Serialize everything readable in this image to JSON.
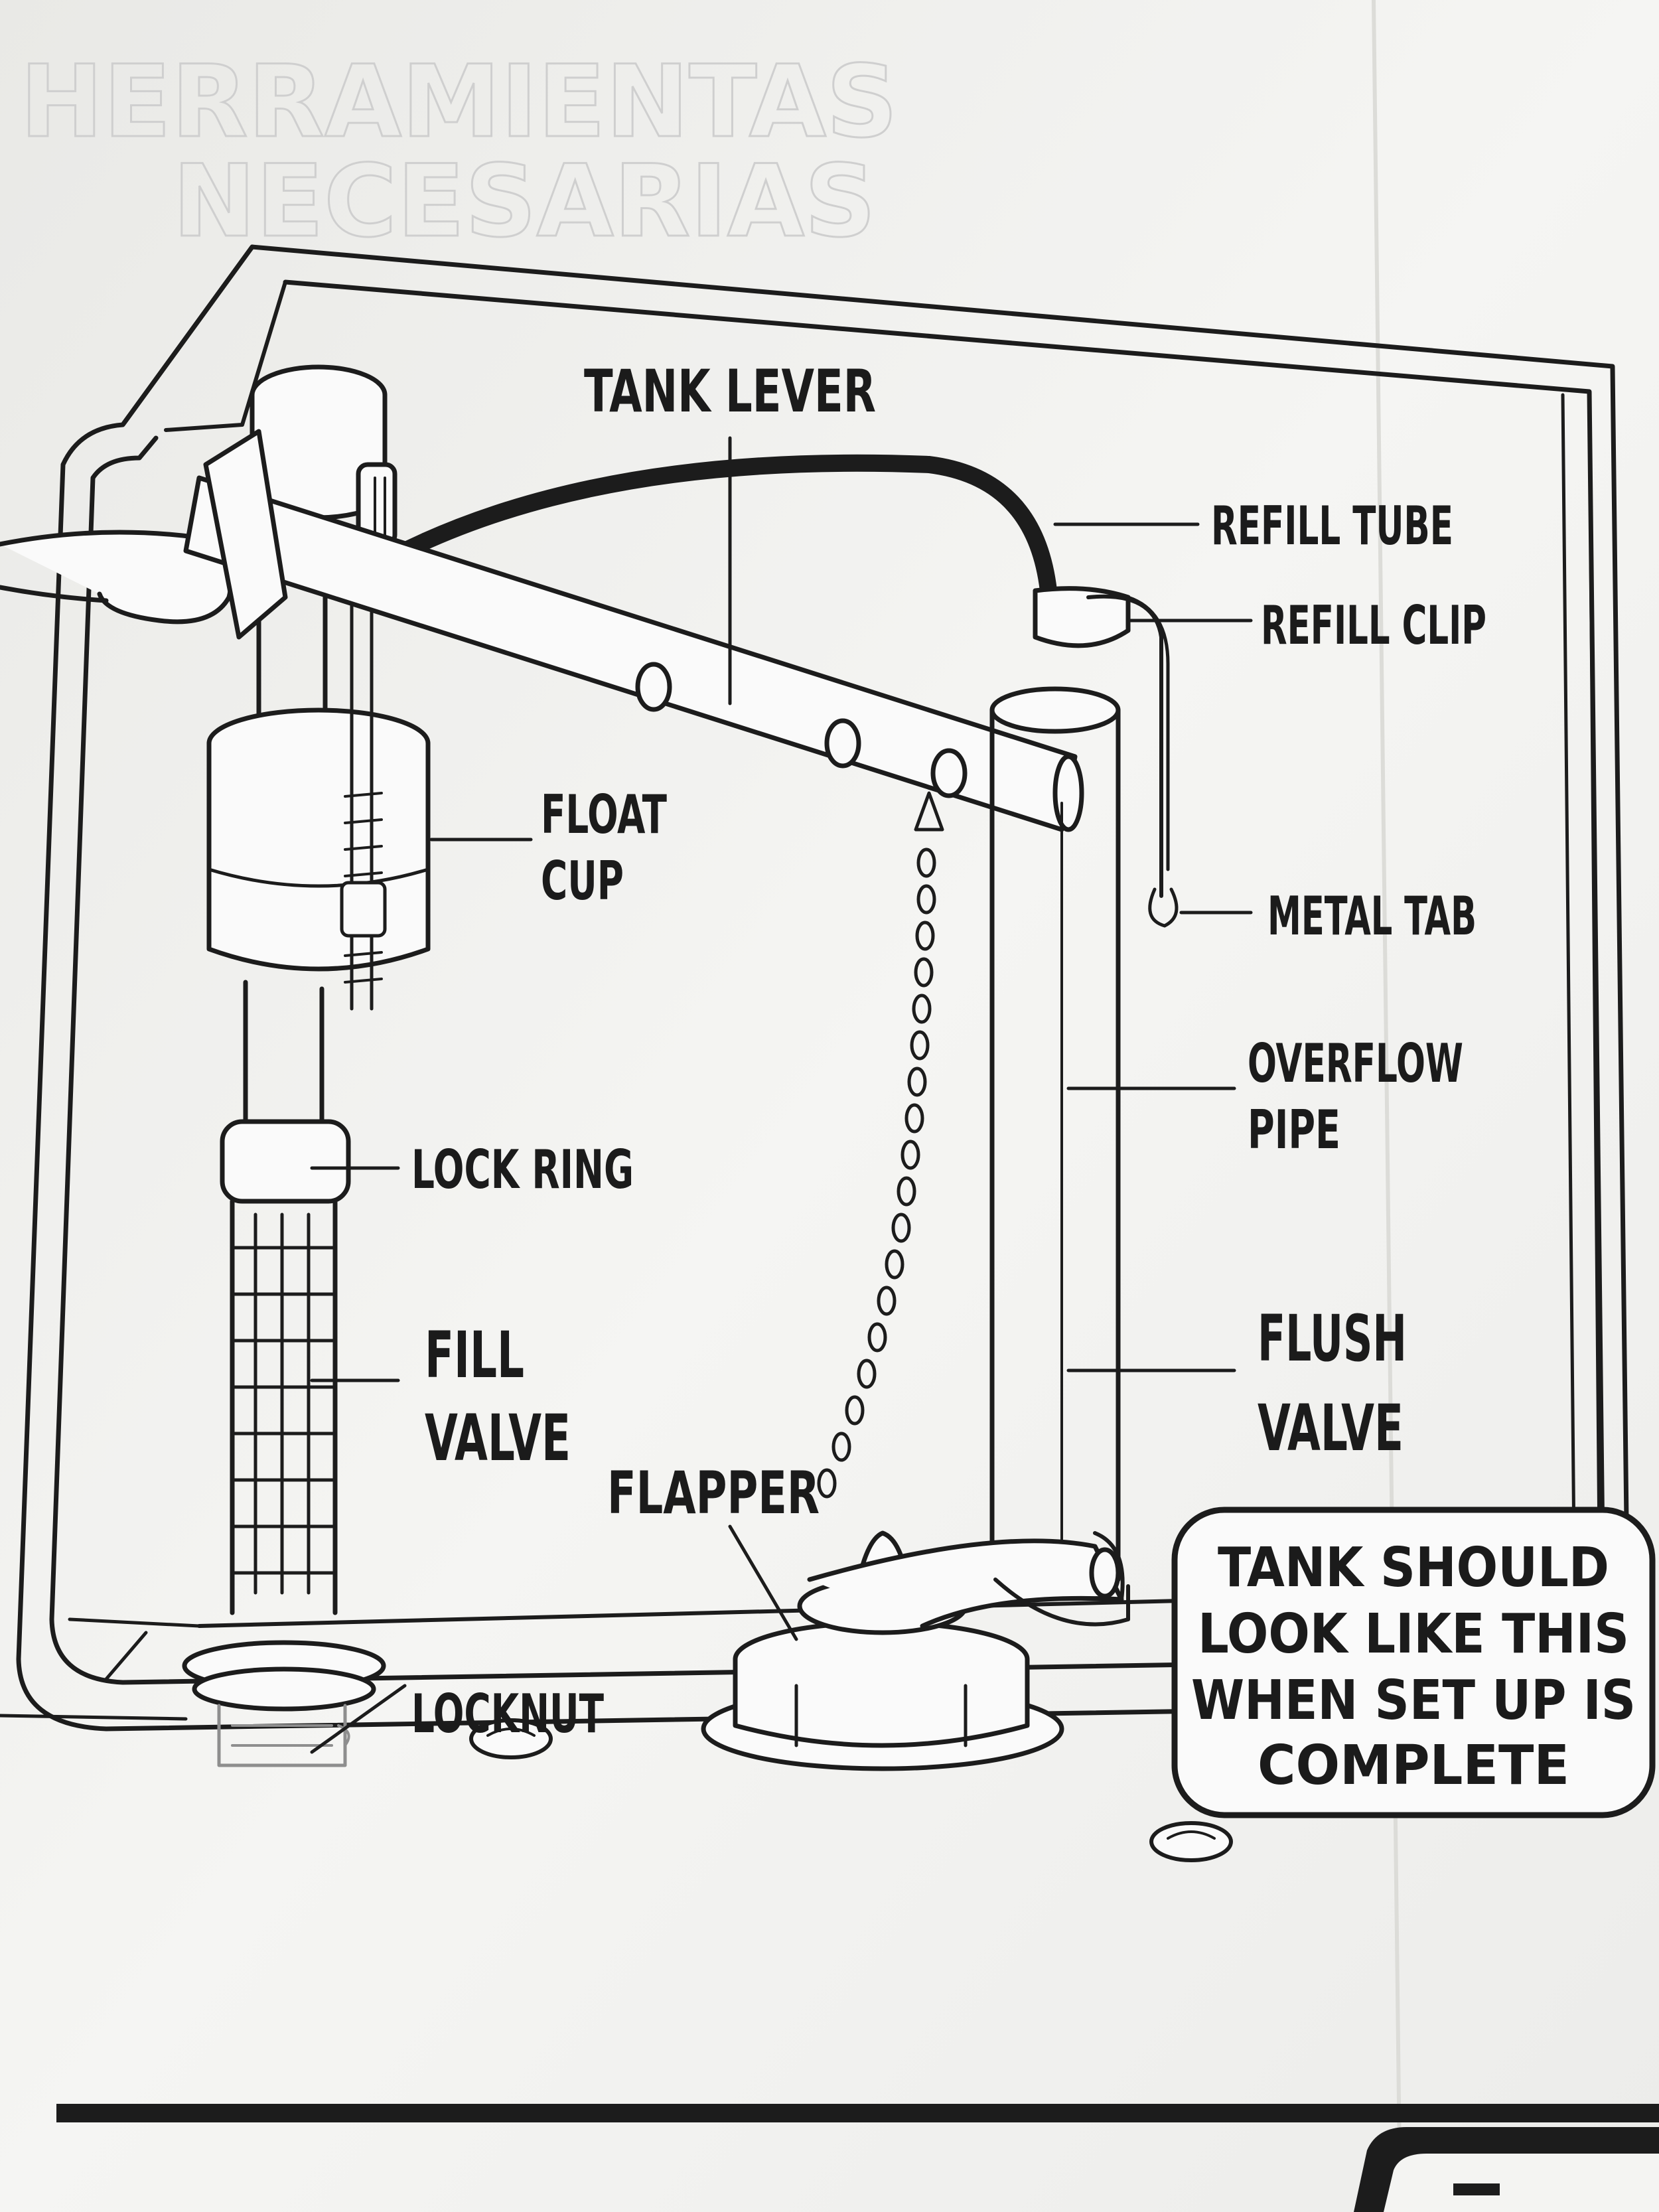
{
  "watermark": {
    "line1": "HERRAMIENTAS",
    "line2": "NECESARIAS"
  },
  "labels": {
    "tank_lever": "TANK LEVER",
    "refill_tube": "REFILL TUBE",
    "refill_clip": "REFILL CLIP",
    "float_cup_1": "FLOAT",
    "float_cup_2": "CUP",
    "metal_tab": "METAL TAB",
    "overflow_pipe_1": "OVERFLOW",
    "overflow_pipe_2": "PIPE",
    "lock_ring": "LOCK RING",
    "fill_valve_1": "FILL",
    "fill_valve_2": "VALVE",
    "flush_valve_1": "FLUSH",
    "flush_valve_2": "VALVE",
    "flapper": "FLAPPER",
    "locknut": "LOCKNUT"
  },
  "callout": {
    "line1": "TANK SHOULD",
    "line2": "LOOK LIKE THIS",
    "line3": "WHEN SET UP IS",
    "line4": "COMPLETE"
  },
  "colors": {
    "paper": "#f4f4f2",
    "ink": "#1c1c1c"
  }
}
